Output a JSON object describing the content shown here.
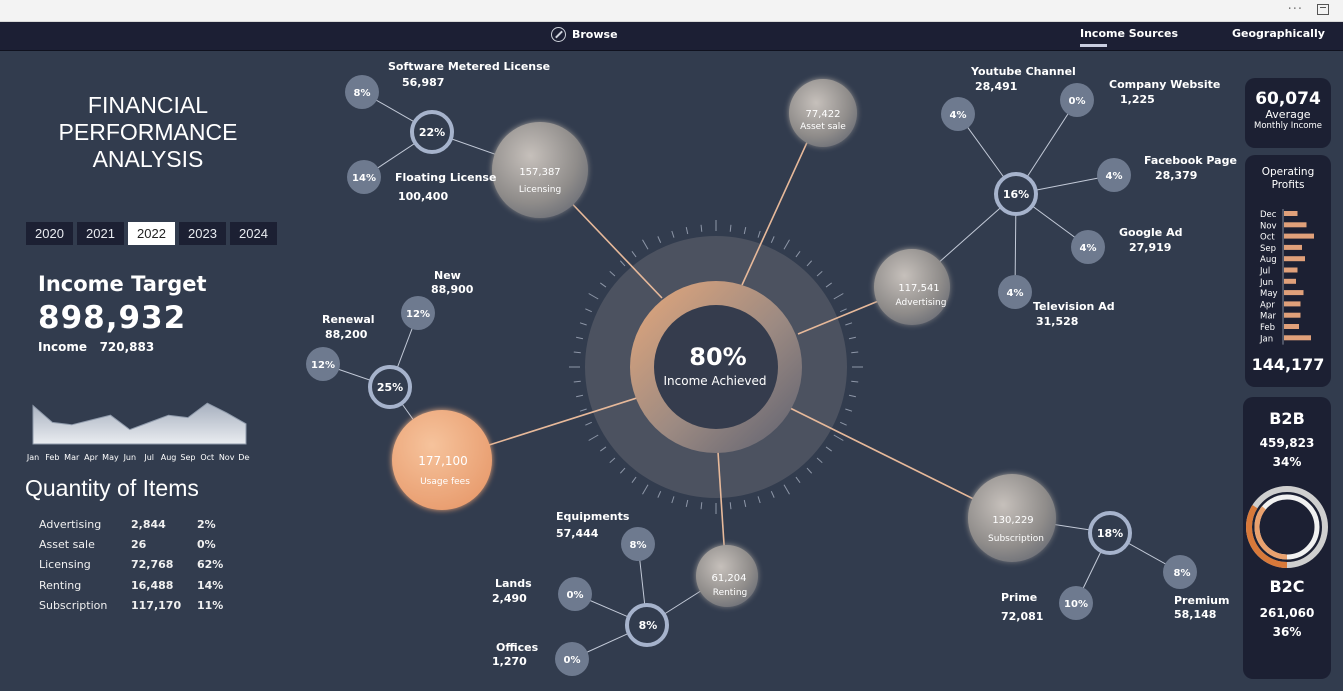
{
  "window": {
    "menu_dots": "···"
  },
  "nav": {
    "browse": "Browse",
    "income_sources": "Income Sources",
    "geographically": "Geographically"
  },
  "title": {
    "line1": "FINANCIAL",
    "line2": "PERFORMANCE",
    "line3": "ANALYSIS"
  },
  "years": [
    "2020",
    "2021",
    "2022",
    "2023",
    "2024"
  ],
  "selected_year": "2022",
  "income_target": {
    "label": "Income Target",
    "value": "898,932",
    "income_label": "Income",
    "income_value": "720,883"
  },
  "income_trend": {
    "months": [
      "Jan",
      "Feb",
      "Mar",
      "Apr",
      "May",
      "Jun",
      "Jul",
      "Aug",
      "Sep",
      "Oct",
      "Nov",
      "Dec"
    ],
    "values": [
      0.8,
      0.45,
      0.4,
      0.5,
      0.6,
      0.3,
      0.45,
      0.6,
      0.55,
      0.85,
      0.65,
      0.42
    ]
  },
  "quantity": {
    "title": "Quantity of Items",
    "rows": [
      {
        "name": "Advertising",
        "qty": "2,844",
        "pct": "2%"
      },
      {
        "name": "Asset sale",
        "qty": "26",
        "pct": "0%"
      },
      {
        "name": "Licensing",
        "qty": "72,768",
        "pct": "62%"
      },
      {
        "name": "Renting",
        "qty": "16,488",
        "pct": "14%"
      },
      {
        "name": "Subscription",
        "qty": "117,170",
        "pct": "11%"
      }
    ]
  },
  "center": {
    "pct": "80%",
    "label": "Income Achieved"
  },
  "licensing": {
    "value": "157,387",
    "label": "Licensing",
    "hub_pct": "22%",
    "sml_name": "Software Metered License",
    "sml_value": "56,987",
    "sml_pct": "8%",
    "fl_name": "Floating License",
    "fl_value": "100,400",
    "fl_pct": "14%"
  },
  "asset_sale": {
    "value": "77,422",
    "label": "Asset sale"
  },
  "advertising": {
    "value": "117,541",
    "label": "Advertising",
    "hub_pct": "16%",
    "youtube_name": "Youtube Channel",
    "youtube_value": "28,491",
    "youtube_pct": "4%",
    "company_name": "Company Website",
    "company_value": "1,225",
    "company_pct": "0%",
    "facebook_name": "Facebook Page",
    "facebook_value": "28,379",
    "facebook_pct": "4%",
    "google_name": "Google Ad",
    "google_value": "27,919",
    "google_pct": "4%",
    "tv_name": "Television Ad",
    "tv_value": "31,528",
    "tv_pct": "4%"
  },
  "usage": {
    "value": "177,100",
    "label": "Usage fees",
    "hub_pct": "25%",
    "new_name": "New",
    "new_value": "88,900",
    "new_pct": "12%",
    "renewal_name": "Renewal",
    "renewal_value": "88,200",
    "renewal_pct": "12%"
  },
  "renting": {
    "value": "61,204",
    "label": "Renting",
    "hub_pct": "8%",
    "equip_name": "Equipments",
    "equip_value": "57,444",
    "equip_pct": "8%",
    "lands_name": "Lands",
    "lands_value": "2,490",
    "lands_pct": "0%",
    "offices_name": "Offices",
    "offices_value": "1,270",
    "offices_pct": "0%"
  },
  "subscription": {
    "value": "130,229",
    "label": "Subscription",
    "hub_pct": "18%",
    "prime_name": "Prime",
    "prime_value": "72,081",
    "prime_pct": "10%",
    "premium_name": "Premium",
    "premium_value": "58,148",
    "premium_pct": "8%"
  },
  "avg_monthly": {
    "value": "60,074",
    "label1": "Average",
    "label2": "Monthly Income"
  },
  "operating_profits": {
    "title1": "Operating",
    "title2": "Profits",
    "total": "144,177",
    "months": [
      "Dec",
      "Nov",
      "Oct",
      "Sep",
      "Aug",
      "Jul",
      "Jun",
      "May",
      "Apr",
      "Mar",
      "Feb",
      "Jan"
    ],
    "values": [
      0.45,
      0.75,
      1.0,
      0.6,
      0.7,
      0.45,
      0.4,
      0.65,
      0.55,
      0.55,
      0.5,
      0.9
    ]
  },
  "b2b": {
    "label": "B2B",
    "value": "459,823",
    "pct": "34%"
  },
  "b2c": {
    "label": "B2C",
    "value": "261,060",
    "pct": "36%"
  },
  "colors": {
    "bg": "#323c4e",
    "panel": "#1c2033",
    "accent": "#e8a474",
    "line": "#e7b99a",
    "satellite": "#6e7a8f",
    "hub_ring": "#a6b3cc"
  }
}
